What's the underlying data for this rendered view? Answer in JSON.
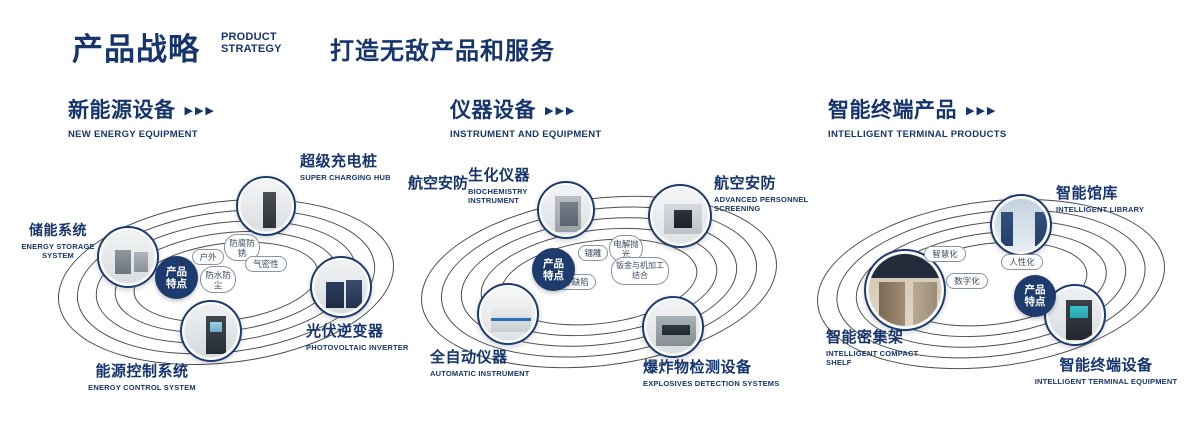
{
  "colors": {
    "navy": "#17356d",
    "orbit_line": "#2e2e2e",
    "badge_bg": "#1d3b6d"
  },
  "header": {
    "title": "产品战略",
    "subtitle_top": "PRODUCT",
    "subtitle_bottom": "STRATEGY",
    "tagline": "打造无敌产品和服务"
  },
  "sections": [
    {
      "title": "新能源设备",
      "arrows": "▶▶▶",
      "subtitle": "NEW ENERGY EQUIPMENT",
      "badge": {
        "line1": "产品",
        "line2": "特点"
      },
      "tags": [
        "户外",
        "防腐防锈",
        "气密性",
        "防水防尘"
      ],
      "nodes": [
        {
          "zh": "储能系统",
          "en": "ENERGY STORAGE SYSTEM"
        },
        {
          "zh": "超级充电桩",
          "en": "SUPER CHARGING HUB"
        },
        {
          "zh": "光伏逆变器",
          "en": "PHOTOVOLTAIC INVERTER"
        },
        {
          "zh": "能源控制系统",
          "en": "ENERGY CONTROL SYSTEM"
        }
      ]
    },
    {
      "title": "仪器设备",
      "arrows": "▶▶▶",
      "subtitle": "INSTRUMENT AND EQUIPMENT",
      "side_label": "航空安防",
      "badge": {
        "line1": "产品",
        "line2": "特点"
      },
      "tags": [
        "镭雕",
        "电解抛光",
        "零缺陷",
        "钣金与机加工结合"
      ],
      "nodes": [
        {
          "zh": "生化仪器",
          "en": "BIOCHEMISTRY INSTRUMENT"
        },
        {
          "zh": "航空安防",
          "en": "ADVANCED PERSONNEL SCREENING"
        },
        {
          "zh": "全自动仪器",
          "en": "AUTOMATIC INSTRUMENT"
        },
        {
          "zh": "爆炸物检测设备",
          "en": "EXPLOSIVES DETECTION SYSTEMS"
        }
      ]
    },
    {
      "title": "智能终端产品",
      "arrows": "▶▶▶",
      "subtitle": "INTELLIGENT TERMINAL PRODUCTS",
      "badge": {
        "line1": "产品",
        "line2": "特点"
      },
      "tags": [
        "智慧化",
        "人性化",
        "数字化"
      ],
      "nodes": [
        {
          "zh": "智能馆库",
          "en": "INTELLIGENT LIBRARY"
        },
        {
          "zh": "智能密集架",
          "en": "INTELLIGENT COMPACT SHELF"
        },
        {
          "zh": "智能终端设备",
          "en": "INTELLIGENT TERMINAL EQUIPMENT"
        }
      ]
    }
  ]
}
